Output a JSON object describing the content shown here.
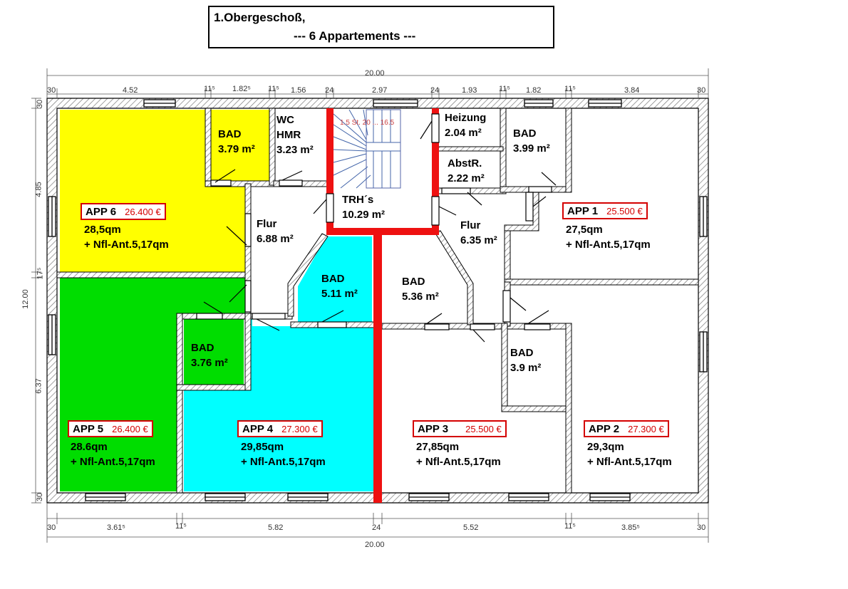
{
  "title": {
    "line1": "1.Obergeschoß,",
    "line2": "---  6 Appartements  ---"
  },
  "rooms": {
    "bad_a6": {
      "name": "BAD",
      "area": "3.79 m²"
    },
    "wc": {
      "name1": "WC",
      "name2": "HMR",
      "area": "3.23 m²"
    },
    "heizung": {
      "name": "Heizung",
      "area": "2.04 m²"
    },
    "abstr": {
      "name": "AbstR.",
      "area": "2.22 m²"
    },
    "bad_a1": {
      "name": "BAD",
      "area": "3.99 m²"
    },
    "trh": {
      "name": "TRH´s",
      "area": "10.29 m²"
    },
    "flur_left": {
      "name": "Flur",
      "area": "6.88 m²"
    },
    "flur_right": {
      "name": "Flur",
      "area": "6.35 m²"
    },
    "bad_a4": {
      "name": "BAD",
      "area": "5.11 m²"
    },
    "bad_a3": {
      "name": "BAD",
      "area": "5.36 m²"
    },
    "bad_a5": {
      "name": "BAD",
      "area": "3.76 m²"
    },
    "bad_a2": {
      "name": "BAD",
      "area": "3.9 m²"
    }
  },
  "apartments": [
    {
      "id": "app6",
      "name": "APP 6",
      "price": "26.400 €",
      "area": "28,5qm",
      "extra": "+ Nfl-Ant.5,17qm"
    },
    {
      "id": "app1",
      "name": "APP 1",
      "price": "25.500 €",
      "area": "27,5qm",
      "extra": "+ Nfl-Ant.5,17qm"
    },
    {
      "id": "app5",
      "name": "APP 5",
      "price": "26.400 €",
      "area": "28.6qm",
      "extra": "+ Nfl-Ant.5,17qm"
    },
    {
      "id": "app4",
      "name": "APP 4",
      "price": "27.300 €",
      "area": "29,85qm",
      "extra": "+ Nfl-Ant.5,17qm"
    },
    {
      "id": "app3",
      "name": "APP 3",
      "price": "25.500 €",
      "area": "27,85qm",
      "extra": "+ Nfl-Ant.5,17qm"
    },
    {
      "id": "app2",
      "name": "APP 2",
      "price": "27.300 €",
      "area": "29,3qm",
      "extra": "+ Nfl-Ant.5,17qm"
    }
  ],
  "dimensions": {
    "top_total": "20.00",
    "top": [
      "30",
      "4.52",
      "11⁵",
      "1.82⁵",
      "11⁵",
      "1.56",
      "24",
      "2.97",
      "24",
      "1.93",
      "11⁵",
      "1.82",
      "11⁵",
      "3.84",
      "30"
    ],
    "bottom_total": "20.00",
    "bottom": [
      "30",
      "3.61⁵",
      "11⁵",
      "5.82",
      "24",
      "5.52",
      "11⁵",
      "3.85⁵",
      "30"
    ],
    "left_total": "12.00",
    "left": [
      "30",
      "4.85",
      "17⁵",
      "6.37",
      "30"
    ],
    "stair_note": "1.5 St. 20 ... 16.5"
  },
  "colors": {
    "app6_fill": "#ffff00",
    "app5_fill": "#00dd00",
    "app4_fill": "#00ffff",
    "party_wall": "#ee1111",
    "price_box": "#d40000",
    "hatch": "#888888"
  }
}
